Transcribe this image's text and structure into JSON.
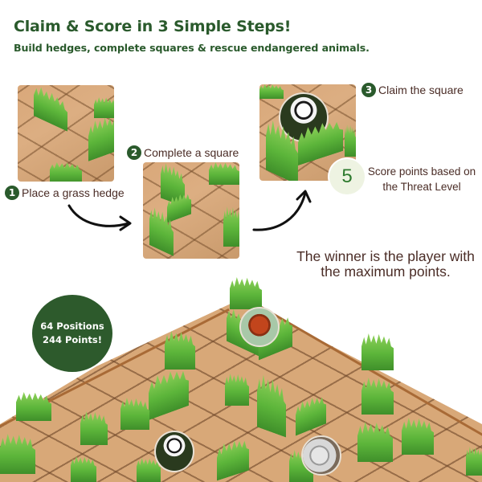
{
  "header": {
    "title": "Claim & Score in 3 Simple Steps!",
    "subtitle": "Build hedges, complete squares & rescue endangered animals."
  },
  "steps": [
    {
      "number": "1",
      "label": "Place a grass hedge"
    },
    {
      "number": "2",
      "label": "Complete a square"
    },
    {
      "number": "3",
      "label": "Claim the square"
    }
  ],
  "score": {
    "value": "5",
    "text": "Score points based on the Threat Level"
  },
  "winner_text": "The winner is the player with the maximum points.",
  "stamp": {
    "line1": "64 Positions",
    "line2": "244 Points!"
  },
  "colors": {
    "brand_green": "#2a5a2c",
    "text_brown": "#4a2c26",
    "score_bg": "#eef3e2",
    "hedge_green": "#5cb53a",
    "board_tan": "#d8a878"
  },
  "icons": {
    "arrow_1": "curved-arrow-right",
    "arrow_2": "curved-arrow-up-right"
  },
  "tokens": [
    "panda",
    "golden-monkey",
    "snow-leopard"
  ]
}
